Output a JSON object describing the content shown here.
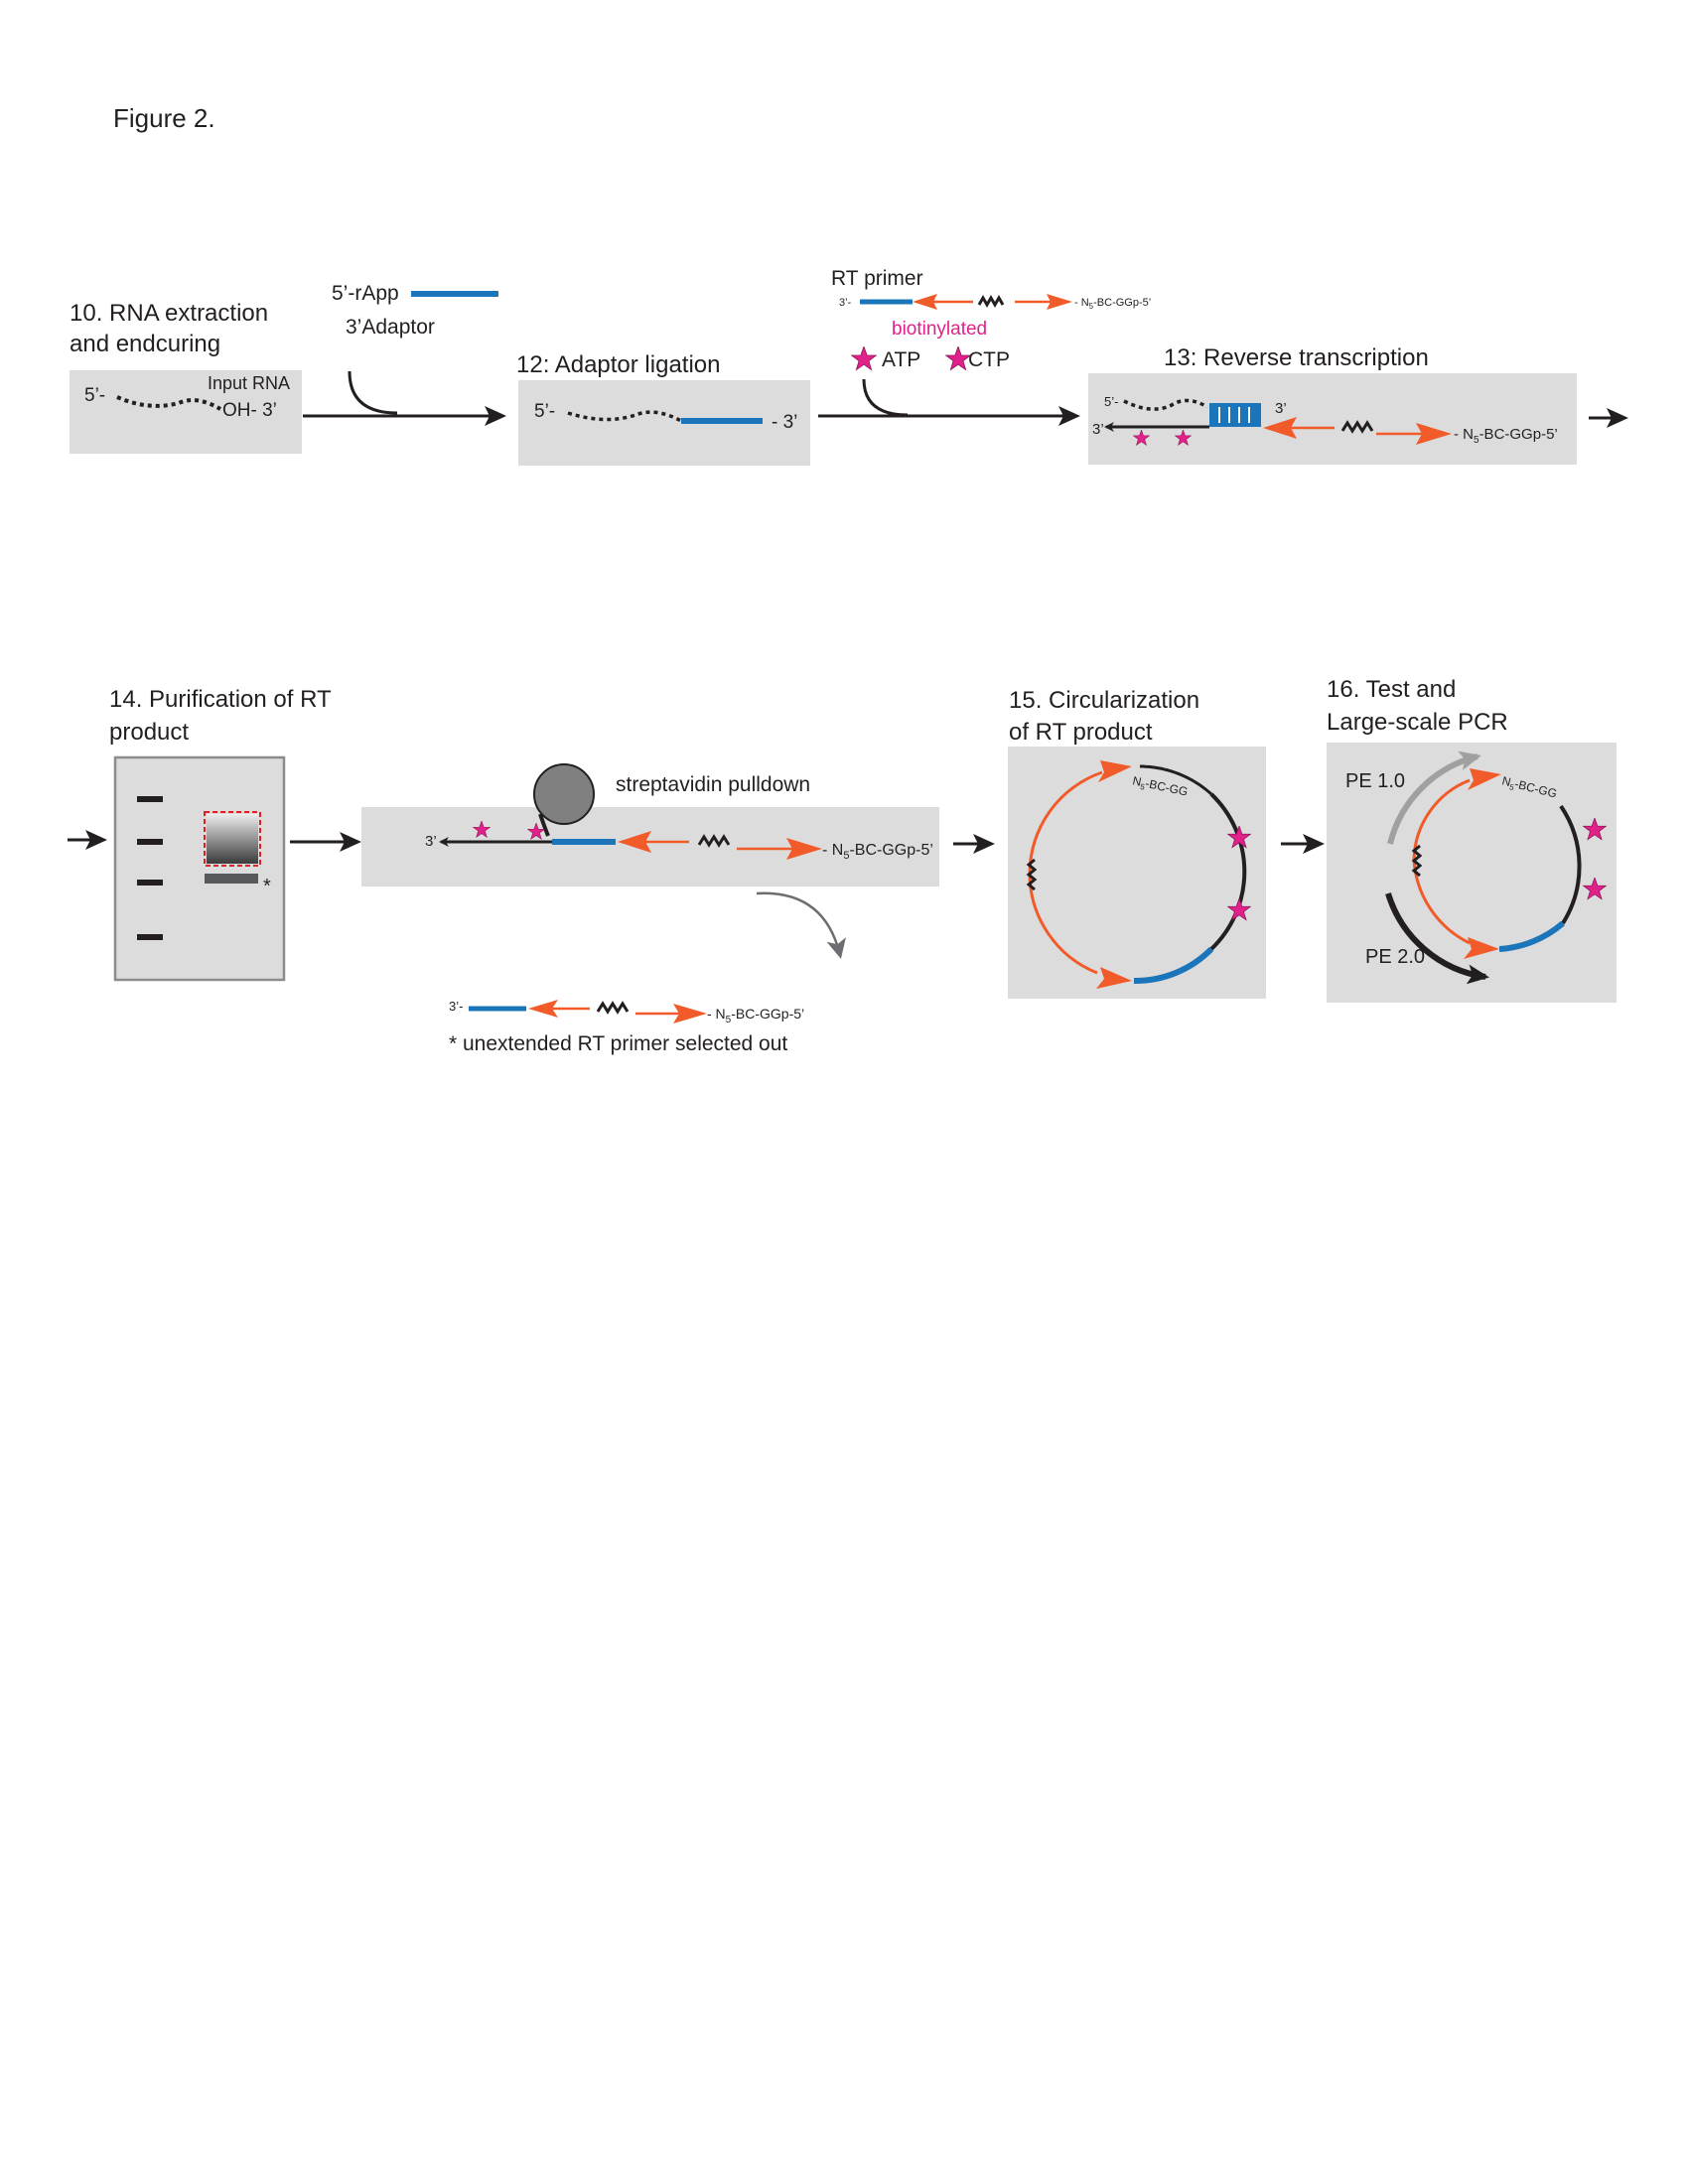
{
  "figure_label": "Figure 2.",
  "steps": {
    "s10_line1": "10. RNA extraction",
    "s10_line2": "and endcuring",
    "s12": "12: Adaptor ligation",
    "s13": "13: Reverse transcription",
    "s14_line1": "14. Purification of RT",
    "s14_line2": "product",
    "s15_line1": "15. Circularization",
    "s15_line2": "of RT product",
    "s16_line1": "16. Test and",
    "s16_line2": "Large-scale PCR"
  },
  "labels": {
    "rapp": "5’-rApp",
    "adaptor": "3’Adaptor",
    "input_rna": "Input RNA",
    "five_prime": "5’-",
    "oh_three": "OH- 3’",
    "three_prime_end": "- 3’",
    "rt_primer": "RT primer",
    "three_prime_dash": "3’-",
    "three_prime": "3’",
    "n5_prefix": "- N",
    "n5_sub": "5",
    "n5_suffix": "-BC-GGp-5’",
    "n5_circle_prefix": "N",
    "n5_circle_sub": "5",
    "n5_circle_suffix": "-BC-GG",
    "biotinylated": "biotinylated",
    "atp": "ATP",
    "ctp": "CTP",
    "streptavidin": "streptavidin pulldown",
    "unextended_star": "*",
    "unextended": "unextended RT primer selected out",
    "gel_star": "*",
    "pe1": "PE 1.0",
    "pe2": "PE 2.0"
  },
  "colors": {
    "panel": "#dcdcdc",
    "blue": "#1b75bb",
    "orange": "#f15a29",
    "pink": "#e0218a",
    "black": "#231f20",
    "gray_arrow": "#8c8c8c",
    "gel_dash": "#e31e24"
  }
}
